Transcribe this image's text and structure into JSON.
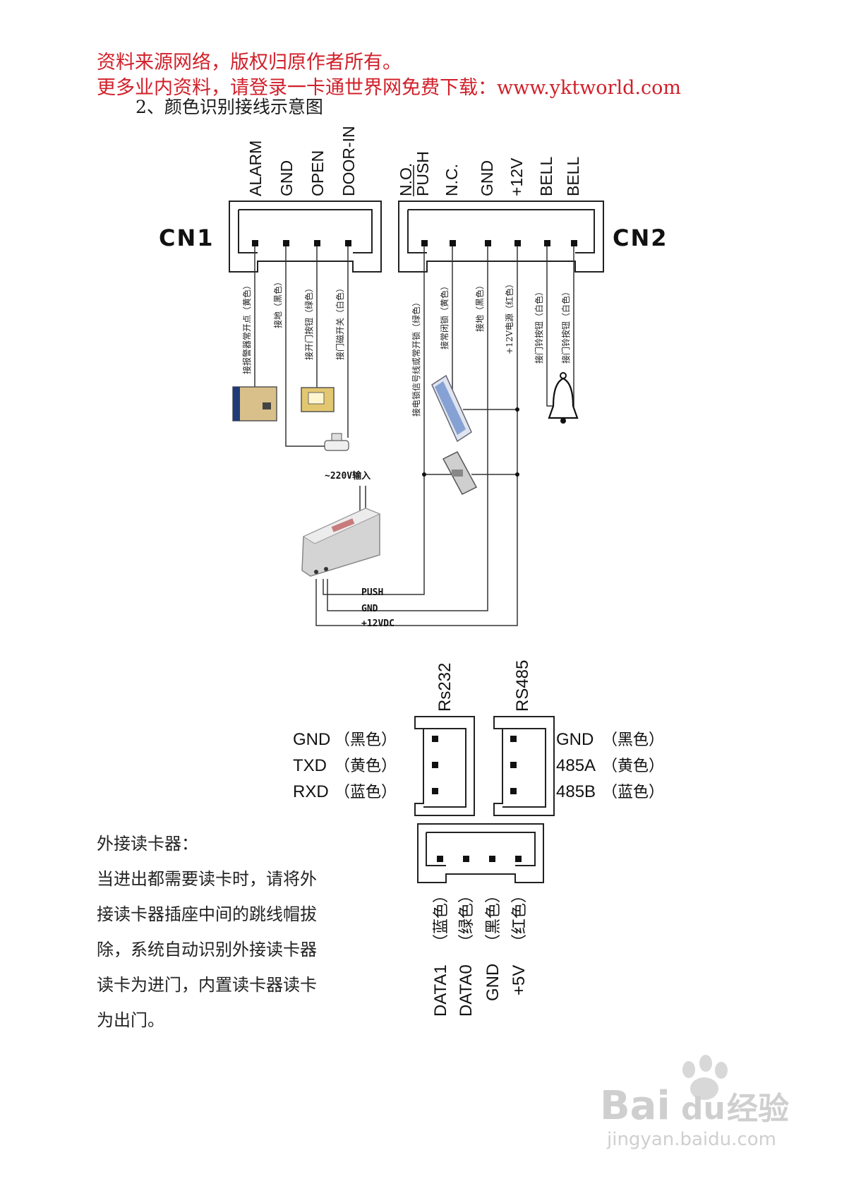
{
  "header": {
    "line1": "资料来源网络，版权归原作者所有。",
    "line2": "更多业内资料，请登录一卡通世界网免费下载：www.yktworld.com"
  },
  "section_title": "2、颜色识别接线示意图",
  "cn1": {
    "name": "CN1",
    "pins": [
      "ALARM",
      "GND",
      "OPEN",
      "DOOR-IN"
    ],
    "wire_labels": [
      "接报警器常开点（黄色）",
      "接地（黑色）",
      "接开门按钮（绿色）",
      "接门磁开关（白色）"
    ]
  },
  "cn2": {
    "name": "CN2",
    "pins": [
      "N.O.",
      "PUSH",
      "N.C.",
      "GND",
      "+12V",
      "BELL",
      "BELL"
    ],
    "wire_labels": [
      "接电锁信号线或常开锁（绿色）",
      "接常闭锁（黄色）",
      "接地（黑色）",
      "+12V电源（红色）",
      "接门铃按钮（白色）",
      "接门铃按钮（白色）"
    ]
  },
  "power_supply": {
    "input_label": "~220V输入",
    "outputs": [
      "PUSH",
      "GND",
      "+12VDC"
    ]
  },
  "rs232": {
    "title": "Rs232",
    "pins": [
      {
        "name": "GND",
        "color": "（黑色）"
      },
      {
        "name": "TXD",
        "color": "（黄色）"
      },
      {
        "name": "RXD",
        "color": "（蓝色）"
      }
    ]
  },
  "rs485": {
    "title": "RS485",
    "pins": [
      {
        "name": "GND",
        "color": "（黑色）"
      },
      {
        "name": "485A",
        "color": "（黄色）"
      },
      {
        "name": "485B",
        "color": "（蓝色）"
      }
    ]
  },
  "reader": {
    "pins": [
      {
        "name": "DATA1",
        "color": "（蓝色）"
      },
      {
        "name": "DATA0",
        "color": "（绿色）"
      },
      {
        "name": "GND",
        "color": "（黑色）"
      },
      {
        "name": "+5V",
        "color": "（红色）"
      }
    ]
  },
  "note": {
    "title": "外接读卡器：",
    "lines": [
      "当进出都需要读卡时，请将外",
      "接读卡器插座中间的跳线帽拔",
      "除，系统自动识别外接读卡器",
      "读卡为进门，内置读卡器读卡",
      "为出门。"
    ]
  },
  "watermark": {
    "brand_left": "Bai",
    "brand_mid": "du",
    "brand_right": "经验",
    "url": "jingyan.baidu.com"
  },
  "colors": {
    "header_red": "#d1202a",
    "ink": "#111111",
    "device_beige": "#d9c08a",
    "psu_gray": "#c9c9c9",
    "watermark_gray": "#cfcfcf"
  }
}
